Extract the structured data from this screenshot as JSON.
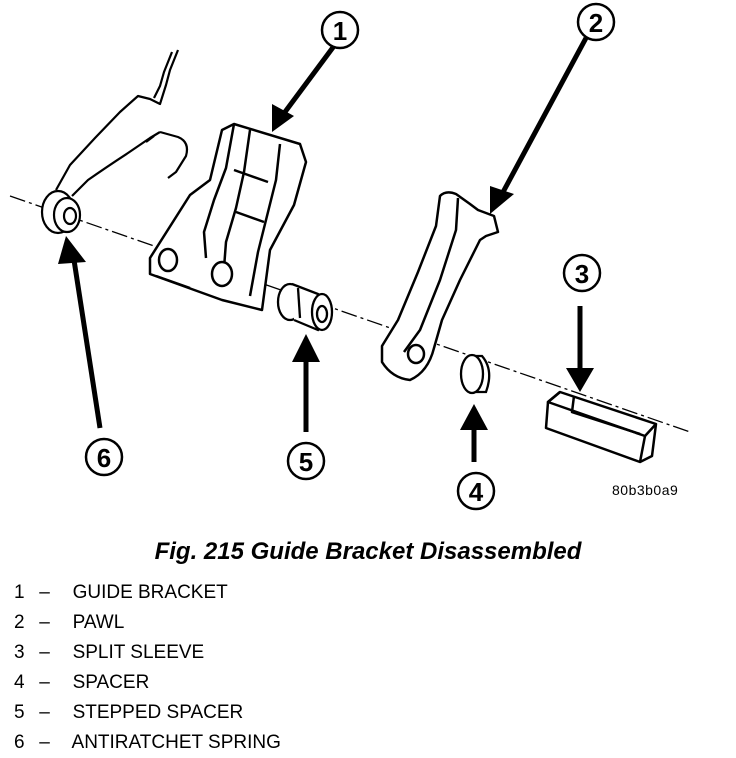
{
  "figure": {
    "title": "Fig. 215 Guide Bracket Disassembled",
    "image_code": "80b3b0a9"
  },
  "callouts": [
    {
      "number": "1"
    },
    {
      "number": "2"
    },
    {
      "number": "3"
    },
    {
      "number": "4"
    },
    {
      "number": "5"
    },
    {
      "number": "6"
    }
  ],
  "legend": {
    "separator": "–",
    "items": [
      {
        "number": "1",
        "label": "GUIDE BRACKET"
      },
      {
        "number": "2",
        "label": "PAWL"
      },
      {
        "number": "3",
        "label": "SPLIT SLEEVE"
      },
      {
        "number": "4",
        "label": "SPACER"
      },
      {
        "number": "5",
        "label": "STEPPED SPACER"
      },
      {
        "number": "6",
        "label": "ANTIRATCHET SPRING"
      }
    ]
  },
  "colors": {
    "line": "#000000",
    "background": "#ffffff"
  }
}
